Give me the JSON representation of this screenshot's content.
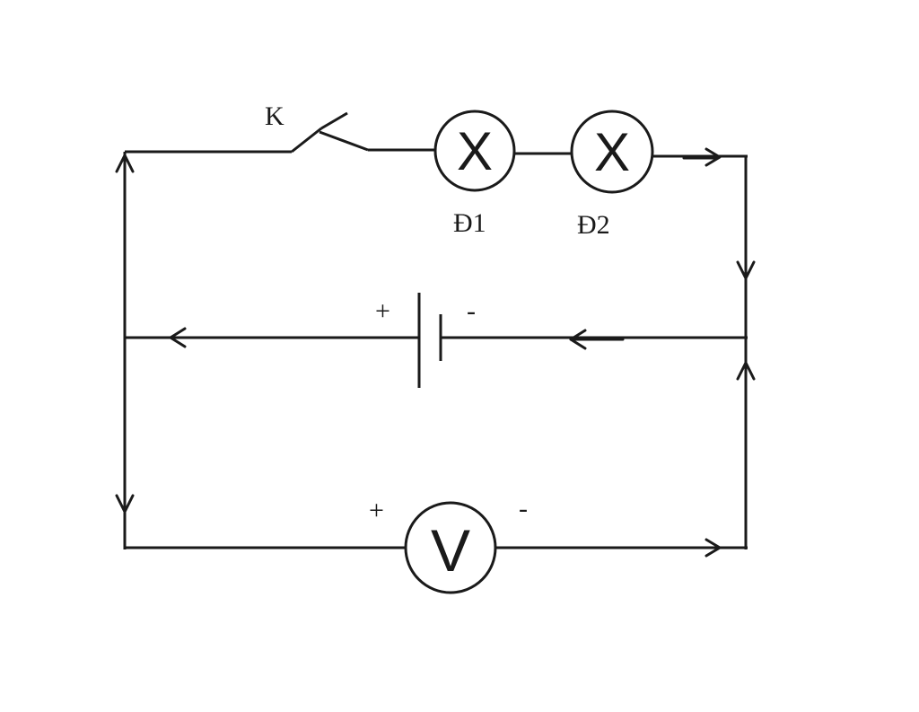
{
  "switch": {
    "label": "K"
  },
  "lamp1": {
    "symbol": "X",
    "label": "Đ1"
  },
  "lamp2": {
    "symbol": "X",
    "label": "Đ2"
  },
  "battery": {
    "plus": "+",
    "minus": "-"
  },
  "voltmeter": {
    "symbol": "V",
    "plus": "+",
    "minus": "-"
  },
  "colors": {
    "stroke": "#1a1a1a",
    "background": "#ffffff"
  }
}
